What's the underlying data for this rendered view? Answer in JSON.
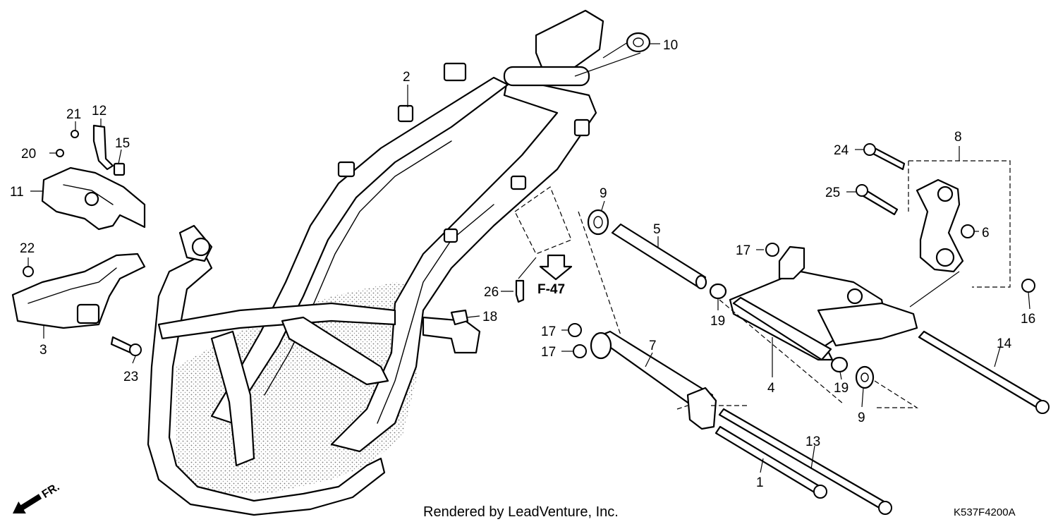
{
  "callouts": {
    "c1": "1",
    "c2": "2",
    "c3": "3",
    "c4": "4",
    "c5": "5",
    "c6": "6",
    "c7": "7",
    "c8": "8",
    "c9a": "9",
    "c9b": "9",
    "c10": "10",
    "c11": "11",
    "c12": "12",
    "c13": "13",
    "c14": "14",
    "c15": "15",
    "c16": "16",
    "c17a": "17",
    "c17b": "17",
    "c17c": "17",
    "c18": "18",
    "c19a": "19",
    "c19b": "19",
    "c20": "20",
    "c21": "21",
    "c22": "22",
    "c23": "23",
    "c24": "24",
    "c25": "25",
    "c26": "26"
  },
  "reference_label": "F-47",
  "direction_label": "FR.",
  "footer": {
    "credit": "Rendered by LeadVenture, Inc.",
    "diagram_code": "K537F4200A"
  }
}
